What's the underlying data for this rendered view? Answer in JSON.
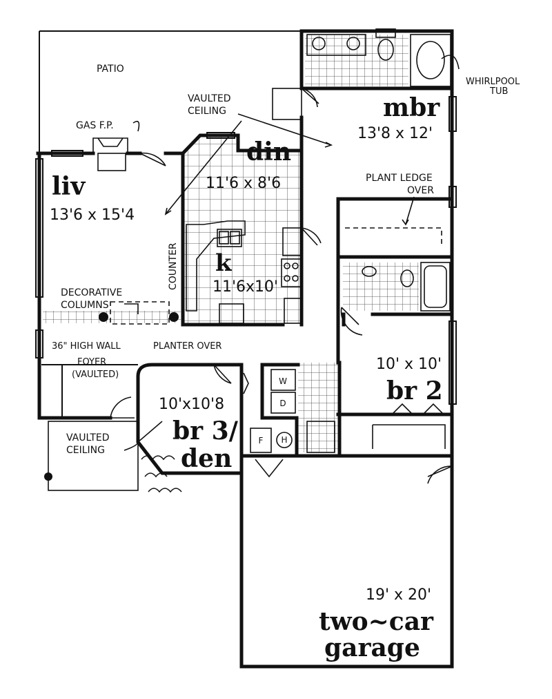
{
  "rooms": {
    "mbr": {
      "name": "mbr",
      "dims": "13'8 x 12'"
    },
    "liv": {
      "name": "liv",
      "dims": "13'6 x 15'4"
    },
    "din": {
      "name": "din",
      "dims": "11'6 x 8'6"
    },
    "kitchen": {
      "name": "k",
      "dims": "11'6x10'"
    },
    "br2": {
      "name": "br 2",
      "dims": "10' x 10'"
    },
    "br3": {
      "name_line1": "br 3/",
      "name_line2": "den",
      "dims": "10'x10'8"
    },
    "garage": {
      "name_line1": "two~car",
      "name_line2": "garage",
      "dims": "19' x 20'"
    }
  },
  "labels": {
    "patio": "PATIO",
    "whirlpool_line1": "WHIRLPOOL",
    "whirlpool_line2": "TUB",
    "vaulted_top_line1": "VAULTED",
    "vaulted_top_line2": "CEILING",
    "gas_fp": "GAS F.P.",
    "plant_ledge_line1": "PLANT LEDGE",
    "plant_ledge_line2": "OVER",
    "counter": "COUNTER",
    "decorative_line1": "DECORATIVE",
    "decorative_line2": "COLUMNS",
    "high_wall": "36\" HIGH WALL",
    "planter": "PLANTER OVER",
    "foyer_line1": "FOYER",
    "foyer_line2": "(VAULTED)",
    "vaulted_bottom_line1": "VAULTED",
    "vaulted_bottom_line2": "CEILING"
  },
  "fixtures": {
    "washer": "W",
    "dryer": "D",
    "furnace": "F",
    "heater": "H"
  }
}
